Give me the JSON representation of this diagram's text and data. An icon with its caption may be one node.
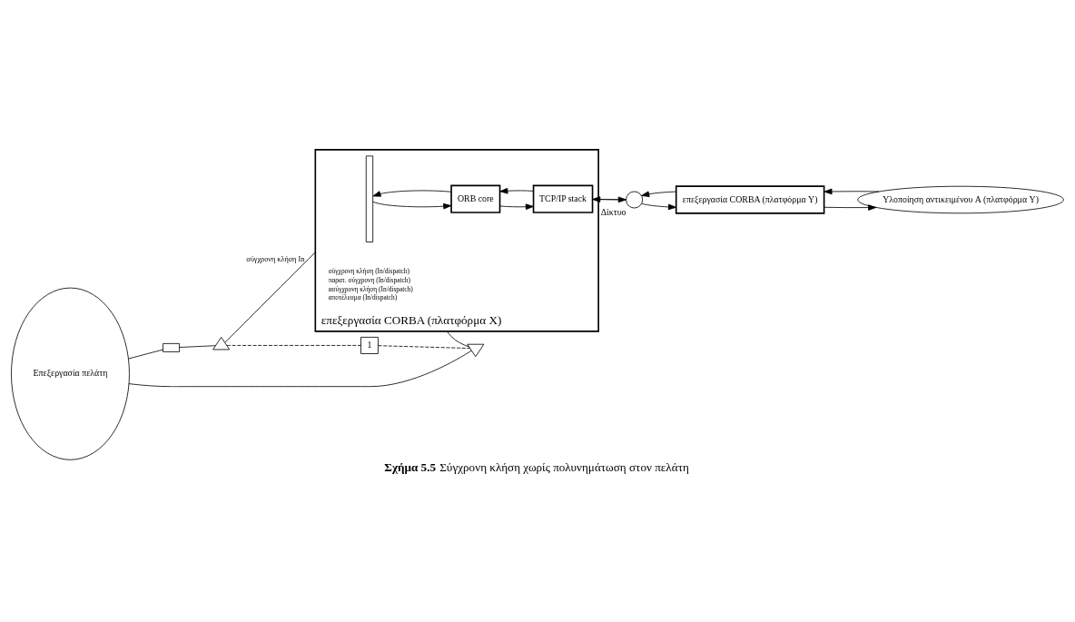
{
  "diagram": {
    "caption": "**Σχήμα 5.5** Σύγχρονη κλήση χωρίς πολυνημάτωση στον πελάτη",
    "nodes": [
      {
        "text": [
          "Επεξεργασία πελάτη"
        ]
      },
      {
        "text": [],
        "shape": "box"
      },
      {
        "text": [],
        "shape": "triangle"
      },
      {
        "text": [],
        "shape": "triangle"
      },
      {
        "text": [
          "1"
        ]
      },
      {
        "text": [
          "επεξεργασία CORBA (πλατφόρμα X)"
        ]
      },
      {
        "text": [
          "ORB core"
        ],
        "in": 5
      },
      {
        "text": [
          "TCP/IP stack"
        ],
        "in": 5
      },
      {
        "text": [],
        "shape": "circle",
        "beside": [
          "Δίκτυο"
        ]
      },
      {
        "text": [
          "Υλοποίηση αντικειμένου A (πλατφόρμα Y)"
        ]
      },
      {
        "text": [
          "επεξεργασία CORBA (πλατφόρμα Y)"
        ]
      }
    ],
    "edges": [
      {
        "from": 0,
        "to": 1,
        "arrow": "none"
      },
      {
        "from": 1,
        "to": 2,
        "arrow": "none"
      },
      {
        "from": 2,
        "to": 5,
        "arrow": "none",
        "label": "σύγχρονη κλήση In"
      },
      {
        "from": 5,
        "to": 3,
        "arrow": "none"
      },
      {
        "from": 3,
        "to": 0,
        "arrow": "none"
      },
      {
        "from": 2,
        "to": 4,
        "arrow": "none",
        "style": "dashed"
      },
      {
        "from": 4,
        "to": 3,
        "arrow": "none",
        "style": "dashed"
      },
      {
        "from": 5,
        "to": 6,
        "arrow": "to"
      },
      {
        "from": 6,
        "to": 5,
        "arrow": "to"
      },
      {
        "from": 6,
        "to": 7,
        "arrow": "to"
      },
      {
        "from": 7,
        "to": 6,
        "arrow": "to"
      },
      {
        "from": 7,
        "to": 8,
        "arrow": "to"
      },
      {
        "from": 8,
        "to": 7,
        "arrow": "to"
      },
      {
        "from": 8,
        "to": 10,
        "arrow": "to"
      },
      {
        "from": 10,
        "to": 8,
        "arrow": "to"
      },
      {
        "from": 10,
        "to": 9,
        "arrow": "to"
      },
      {
        "from": 9,
        "to": 10,
        "arrow": "to"
      }
    ],
    "labels": [
      "σύγχρονη κλήση (In/dispatch)",
      "παρατ. σύγχρονη (In/dispatch)",
      "ασύγχρονη κλήση (In/dispatch)",
      "αποτέλεσμα (In/dispatch)"
    ]
  }
}
